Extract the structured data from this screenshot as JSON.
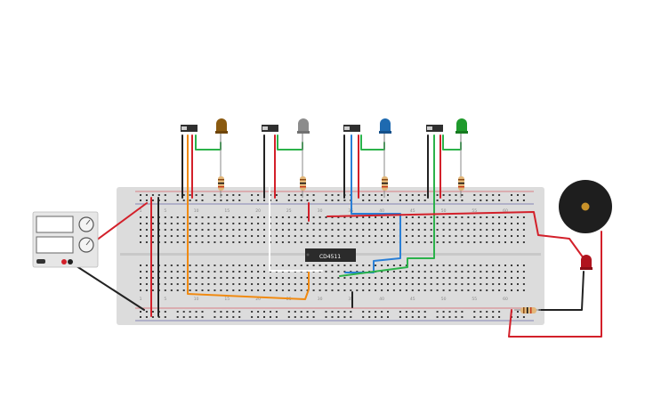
{
  "canvas": {
    "background": "#ffffff"
  },
  "breadboard": {
    "color": "#dcdcdc",
    "hole_color": "#3a3a3a",
    "column_numbers": [
      "1",
      "5",
      "10",
      "15",
      "20",
      "25",
      "30",
      "35",
      "40",
      "45",
      "50",
      "55",
      "60"
    ]
  },
  "ic": {
    "label": "CD4511",
    "color": "#2b2b2b"
  },
  "switches": [
    {
      "name": "switch-1"
    },
    {
      "name": "switch-2"
    },
    {
      "name": "switch-3"
    },
    {
      "name": "switch-4"
    }
  ],
  "leds": [
    {
      "name": "led-brown",
      "color": "#8a5a10"
    },
    {
      "name": "led-gray",
      "color": "#8c8c8c"
    },
    {
      "name": "led-blue",
      "color": "#1e6ab0"
    },
    {
      "name": "led-green",
      "color": "#1f9a2c"
    },
    {
      "name": "led-red",
      "color": "#b0141e"
    }
  ],
  "power_supply": {
    "body_color": "#e6e6e6",
    "display_color": "#ffffff"
  },
  "buzzer": {
    "color": "#1e1e1e",
    "center_color": "#c9922a"
  },
  "wire_colors": {
    "red": "#d3202a",
    "black": "#222222",
    "orange": "#f08a12",
    "green": "#2bb24a",
    "blue": "#2a7fd6",
    "white": "#ffffff"
  }
}
